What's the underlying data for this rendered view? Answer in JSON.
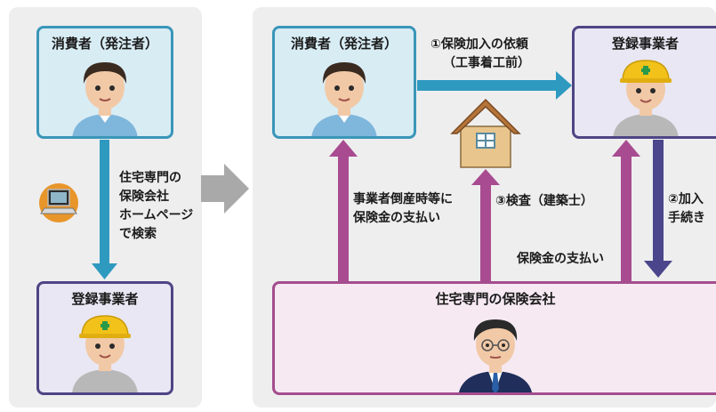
{
  "left_panel": {
    "consumer_title": "消費者（発注者）",
    "search_label_lines": [
      "住宅専門の",
      "保険会社",
      "ホームページ",
      "で検索"
    ],
    "contractor_title": "登録事業者"
  },
  "right_panel": {
    "consumer_title": "消費者（発注者）",
    "contractor_title": "登録事業者",
    "insurer_title": "住宅専門の保険会社",
    "step1_lines": [
      "①保険加入の依頼",
      "（工事着工前）"
    ],
    "payout_on_bankruptcy_lines": [
      "事業者倒産時等に",
      "保険金の支払い"
    ],
    "step3_label": "③検査（建築士）",
    "step2_lines": [
      "②加入",
      "手続き"
    ],
    "payout_label": "保険金の支払い"
  },
  "colors": {
    "consumer_border": "#3a96b9",
    "consumer_bg": "#d8ecf4",
    "contractor_border": "#4e4585",
    "contractor_bg": "#e8e7f3",
    "insurer_border": "#a34d8e",
    "insurer_bg": "#f6e9f2",
    "arrow_teal": "#2f9ac0",
    "arrow_purple": "#a84b91",
    "arrow_navy": "#4b468b",
    "arrow_gray": "#a9a9a9"
  }
}
